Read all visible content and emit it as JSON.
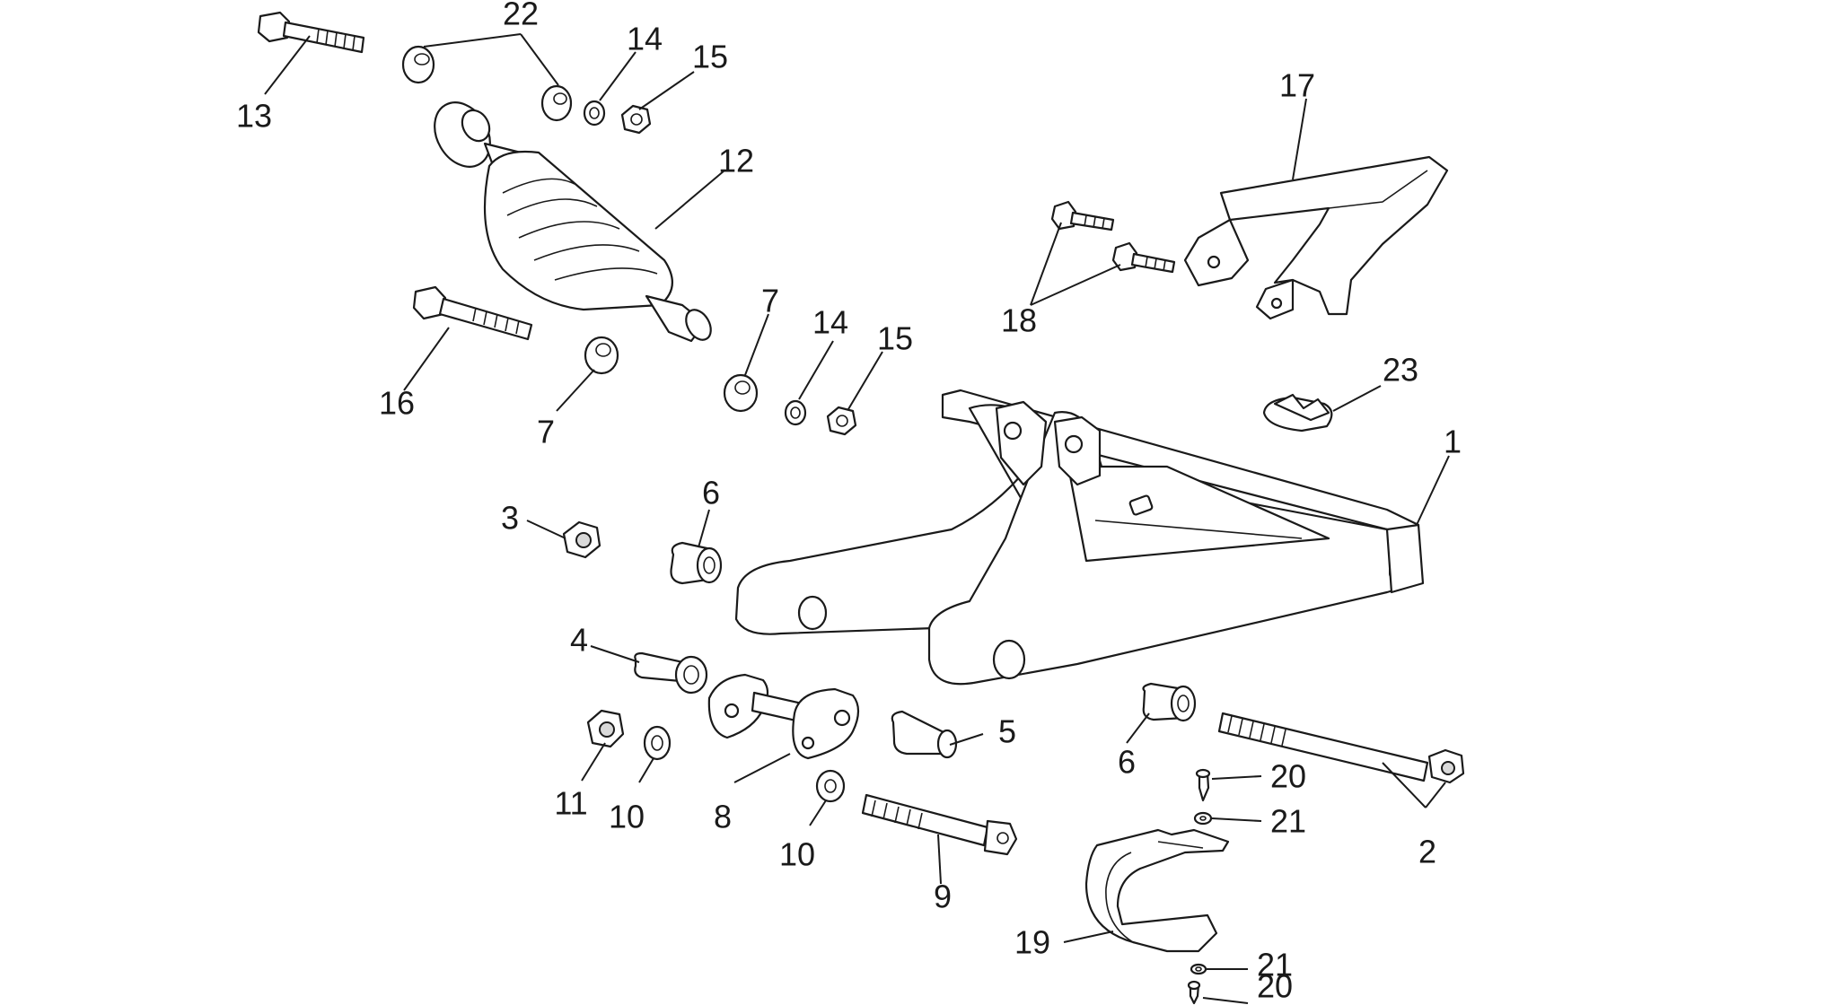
{
  "callouts": {
    "c1": "1",
    "c2": "2",
    "c3": "3",
    "c4": "4",
    "c5": "5",
    "c6a": "6",
    "c6b": "6",
    "c7a": "7",
    "c7b": "7",
    "c8": "8",
    "c9": "9",
    "c10a": "10",
    "c10b": "10",
    "c11": "11",
    "c12": "12",
    "c13": "13",
    "c14a": "14",
    "c14b": "14",
    "c15a": "15",
    "c15b": "15",
    "c16": "16",
    "c17": "17",
    "c18": "18",
    "c19": "19",
    "c20a": "20",
    "c20b": "20",
    "c21a": "21",
    "c21b": "21",
    "c22": "22",
    "c23": "23"
  }
}
